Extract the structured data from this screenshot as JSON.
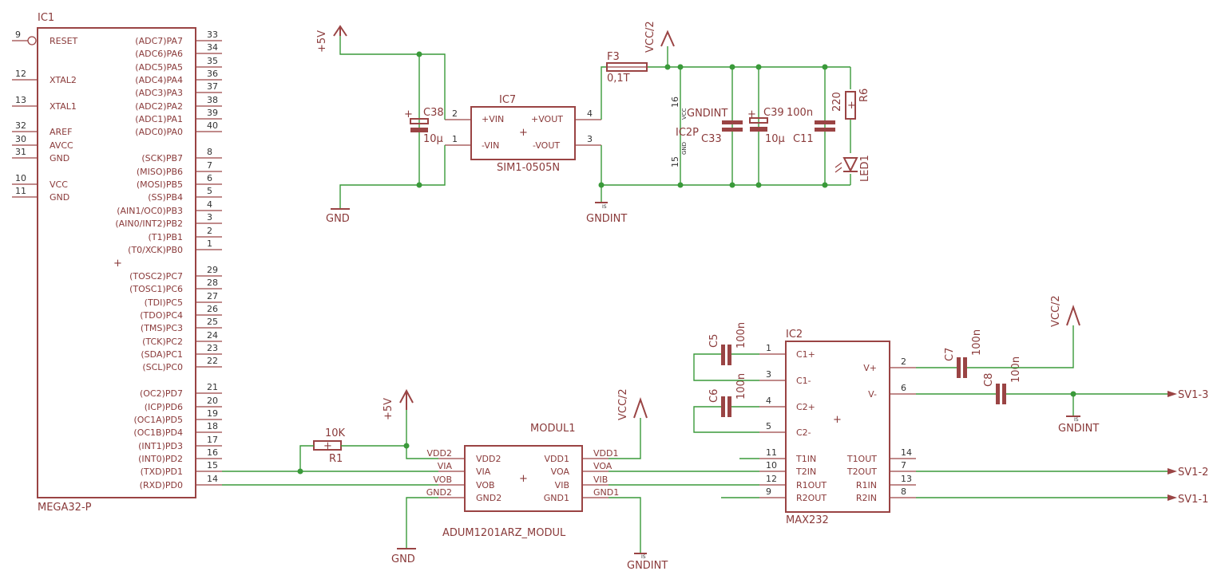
{
  "ic1": {
    "name": "IC1",
    "part": "MEGA32-P",
    "left_pins": [
      {
        "num": "9",
        "name": "RESET"
      },
      {
        "num": "12",
        "name": "XTAL2"
      },
      {
        "num": "13",
        "name": "XTAL1"
      },
      {
        "num": "32",
        "name": "AREF"
      },
      {
        "num": "30",
        "name": "AVCC"
      },
      {
        "num": "31",
        "name": "GND"
      },
      {
        "num": "10",
        "name": "VCC"
      },
      {
        "num": "11",
        "name": "GND"
      }
    ],
    "right_pins": [
      {
        "num": "33",
        "name": "(ADC7)PA7"
      },
      {
        "num": "34",
        "name": "(ADC6)PA6"
      },
      {
        "num": "35",
        "name": "(ADC5)PA5"
      },
      {
        "num": "36",
        "name": "(ADC4)PA4"
      },
      {
        "num": "37",
        "name": "(ADC3)PA3"
      },
      {
        "num": "38",
        "name": "(ADC2)PA2"
      },
      {
        "num": "39",
        "name": "(ADC1)PA1"
      },
      {
        "num": "40",
        "name": "(ADC0)PA0"
      },
      {
        "num": "8",
        "name": "(SCK)PB7"
      },
      {
        "num": "7",
        "name": "(MISO)PB6"
      },
      {
        "num": "6",
        "name": "(MOSI)PB5"
      },
      {
        "num": "5",
        "name": "(SS)PB4"
      },
      {
        "num": "4",
        "name": "(AIN1/OC0)PB3"
      },
      {
        "num": "3",
        "name": "(AIN0/INT2)PB2"
      },
      {
        "num": "2",
        "name": "(T1)PB1"
      },
      {
        "num": "1",
        "name": "(T0/XCK)PB0"
      },
      {
        "num": "29",
        "name": "(TOSC2)PC7"
      },
      {
        "num": "28",
        "name": "(TOSC1)PC6"
      },
      {
        "num": "27",
        "name": "(TDI)PC5"
      },
      {
        "num": "26",
        "name": "(TDO)PC4"
      },
      {
        "num": "25",
        "name": "(TMS)PC3"
      },
      {
        "num": "24",
        "name": "(TCK)PC2"
      },
      {
        "num": "23",
        "name": "(SDA)PC1"
      },
      {
        "num": "22",
        "name": "(SCL)PC0"
      },
      {
        "num": "21",
        "name": "(OC2)PD7"
      },
      {
        "num": "20",
        "name": "(ICP)PD6"
      },
      {
        "num": "19",
        "name": "(OC1A)PD5"
      },
      {
        "num": "18",
        "name": "(OC1B)PD4"
      },
      {
        "num": "17",
        "name": "(INT1)PD3"
      },
      {
        "num": "16",
        "name": "(INT0)PD2"
      },
      {
        "num": "15",
        "name": "(TXD)PD1"
      },
      {
        "num": "14",
        "name": "(RXD)PD0"
      }
    ]
  },
  "ic7": {
    "name": "IC7",
    "part": "SIM1-0505N",
    "pins": [
      {
        "num": "2",
        "name": "+VIN"
      },
      {
        "num": "1",
        "name": "-VIN"
      },
      {
        "num": "4",
        "name": "+VOUT"
      },
      {
        "num": "3",
        "name": "-VOUT"
      }
    ]
  },
  "ic2p": {
    "name": "IC2P",
    "vcc": "VCC",
    "gnd": "GND",
    "pin_top": "16",
    "pin_bottom": "15",
    "net": "GNDINT"
  },
  "ic2": {
    "name": "IC2",
    "part": "MAX232",
    "left_pins": [
      {
        "num": "1",
        "name": "C1+"
      },
      {
        "num": "3",
        "name": "C1-"
      },
      {
        "num": "4",
        "name": "C2+"
      },
      {
        "num": "5",
        "name": "C2-"
      },
      {
        "num": "11",
        "name": "T1IN"
      },
      {
        "num": "10",
        "name": "T2IN"
      },
      {
        "num": "12",
        "name": "R1OUT"
      },
      {
        "num": "9",
        "name": "R2OUT"
      }
    ],
    "right_pins": [
      {
        "num": "2",
        "name": "V+"
      },
      {
        "num": "6",
        "name": "V-"
      },
      {
        "num": "14",
        "name": "T1OUT"
      },
      {
        "num": "7",
        "name": "T2OUT"
      },
      {
        "num": "13",
        "name": "R1IN"
      },
      {
        "num": "8",
        "name": "R2IN"
      }
    ]
  },
  "modul1": {
    "name": "MODUL1",
    "part": "ADUM1201ARZ_MODUL",
    "left_pins": [
      "VDD2",
      "VIA",
      "VOB",
      "GND2"
    ],
    "right_pins": [
      "VDD1",
      "VOA",
      "VIB",
      "GND1"
    ],
    "left_nets": [
      "VDD2",
      "VIA",
      "VOB",
      "GND2"
    ],
    "right_nets": [
      "VDD1",
      "VOA",
      "VIB",
      "GND1"
    ]
  },
  "caps": {
    "c38": {
      "name": "C38",
      "value": "10µ"
    },
    "c33": {
      "name": "C33",
      "value": ""
    },
    "c39": {
      "name": "C39",
      "value": "100n"
    },
    "c39v": {
      "value": "10µ"
    },
    "c11": {
      "name": "C11",
      "value": ""
    },
    "c5": {
      "name": "C5",
      "value": "100n"
    },
    "c6": {
      "name": "C6",
      "value": "100n"
    },
    "c7": {
      "name": "C7",
      "value": "100n"
    },
    "c8": {
      "name": "C8",
      "value": "100n"
    }
  },
  "resistors": {
    "r1": {
      "name": "R1",
      "value": "10K"
    },
    "r6": {
      "name": "R6",
      "value": "220"
    }
  },
  "fuse": {
    "name": "F3",
    "value": "0,1T"
  },
  "led": {
    "name": "LED1"
  },
  "power": {
    "p5v_top": "+5V",
    "p5v_mid": "+5V",
    "vcc2_top": "VCC/2",
    "vcc2_mid": "VCC/2",
    "vcc2_right": "VCC/2",
    "gnd_top": "GND",
    "gnd_bottom": "GND",
    "gndint_top": "GNDINT",
    "gndint_mid": "GNDINT",
    "gndint_bottom": "GNDINT",
    "gndint_right": "GNDINT"
  },
  "connectors": [
    "SV1-3",
    "SV1-2",
    "SV1-1"
  ],
  "num_14": "14",
  "num_15": "15"
}
